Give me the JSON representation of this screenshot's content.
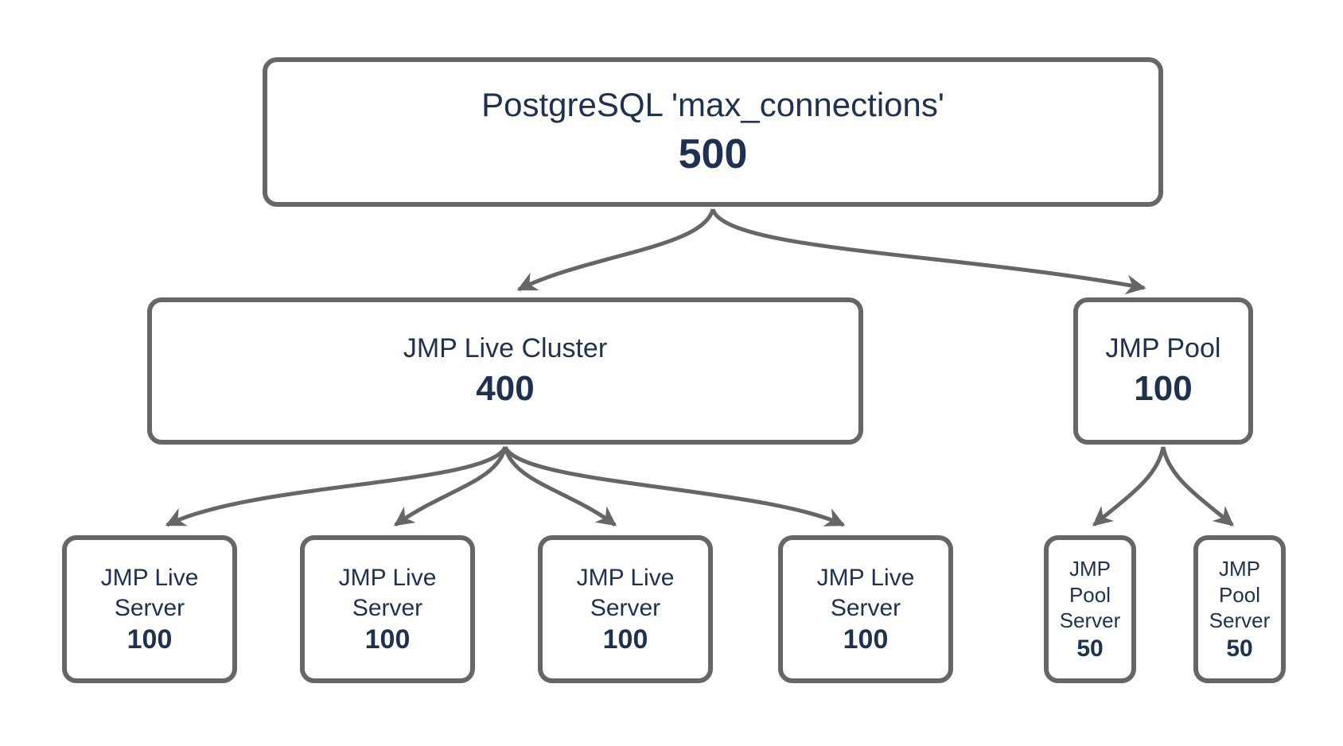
{
  "diagram": {
    "colors": {
      "border_gray": "#666666",
      "text_navy": "#1e3150",
      "background": "#ffffff"
    },
    "root": {
      "label": "PostgreSQL 'max_connections'",
      "value": "500"
    },
    "cluster": {
      "label": "JMP Live Cluster",
      "value": "400"
    },
    "pool": {
      "label": "JMP Pool",
      "value": "100"
    },
    "live_servers": [
      {
        "label": "JMP Live Server",
        "value": "100"
      },
      {
        "label": "JMP Live Server",
        "value": "100"
      },
      {
        "label": "JMP Live Server",
        "value": "100"
      },
      {
        "label": "JMP Live Server",
        "value": "100"
      }
    ],
    "pool_servers": [
      {
        "label": "JMP Pool Server",
        "value": "50"
      },
      {
        "label": "JMP Pool Server",
        "value": "50"
      }
    ],
    "edges": [
      {
        "from": "PostgreSQL 'max_connections'",
        "to": "JMP Live Cluster"
      },
      {
        "from": "PostgreSQL 'max_connections'",
        "to": "JMP Pool"
      },
      {
        "from": "JMP Live Cluster",
        "to": "JMP Live Server 1"
      },
      {
        "from": "JMP Live Cluster",
        "to": "JMP Live Server 2"
      },
      {
        "from": "JMP Live Cluster",
        "to": "JMP Live Server 3"
      },
      {
        "from": "JMP Live Cluster",
        "to": "JMP Live Server 4"
      },
      {
        "from": "JMP Pool",
        "to": "JMP Pool Server 1"
      },
      {
        "from": "JMP Pool",
        "to": "JMP Pool Server 2"
      }
    ]
  }
}
